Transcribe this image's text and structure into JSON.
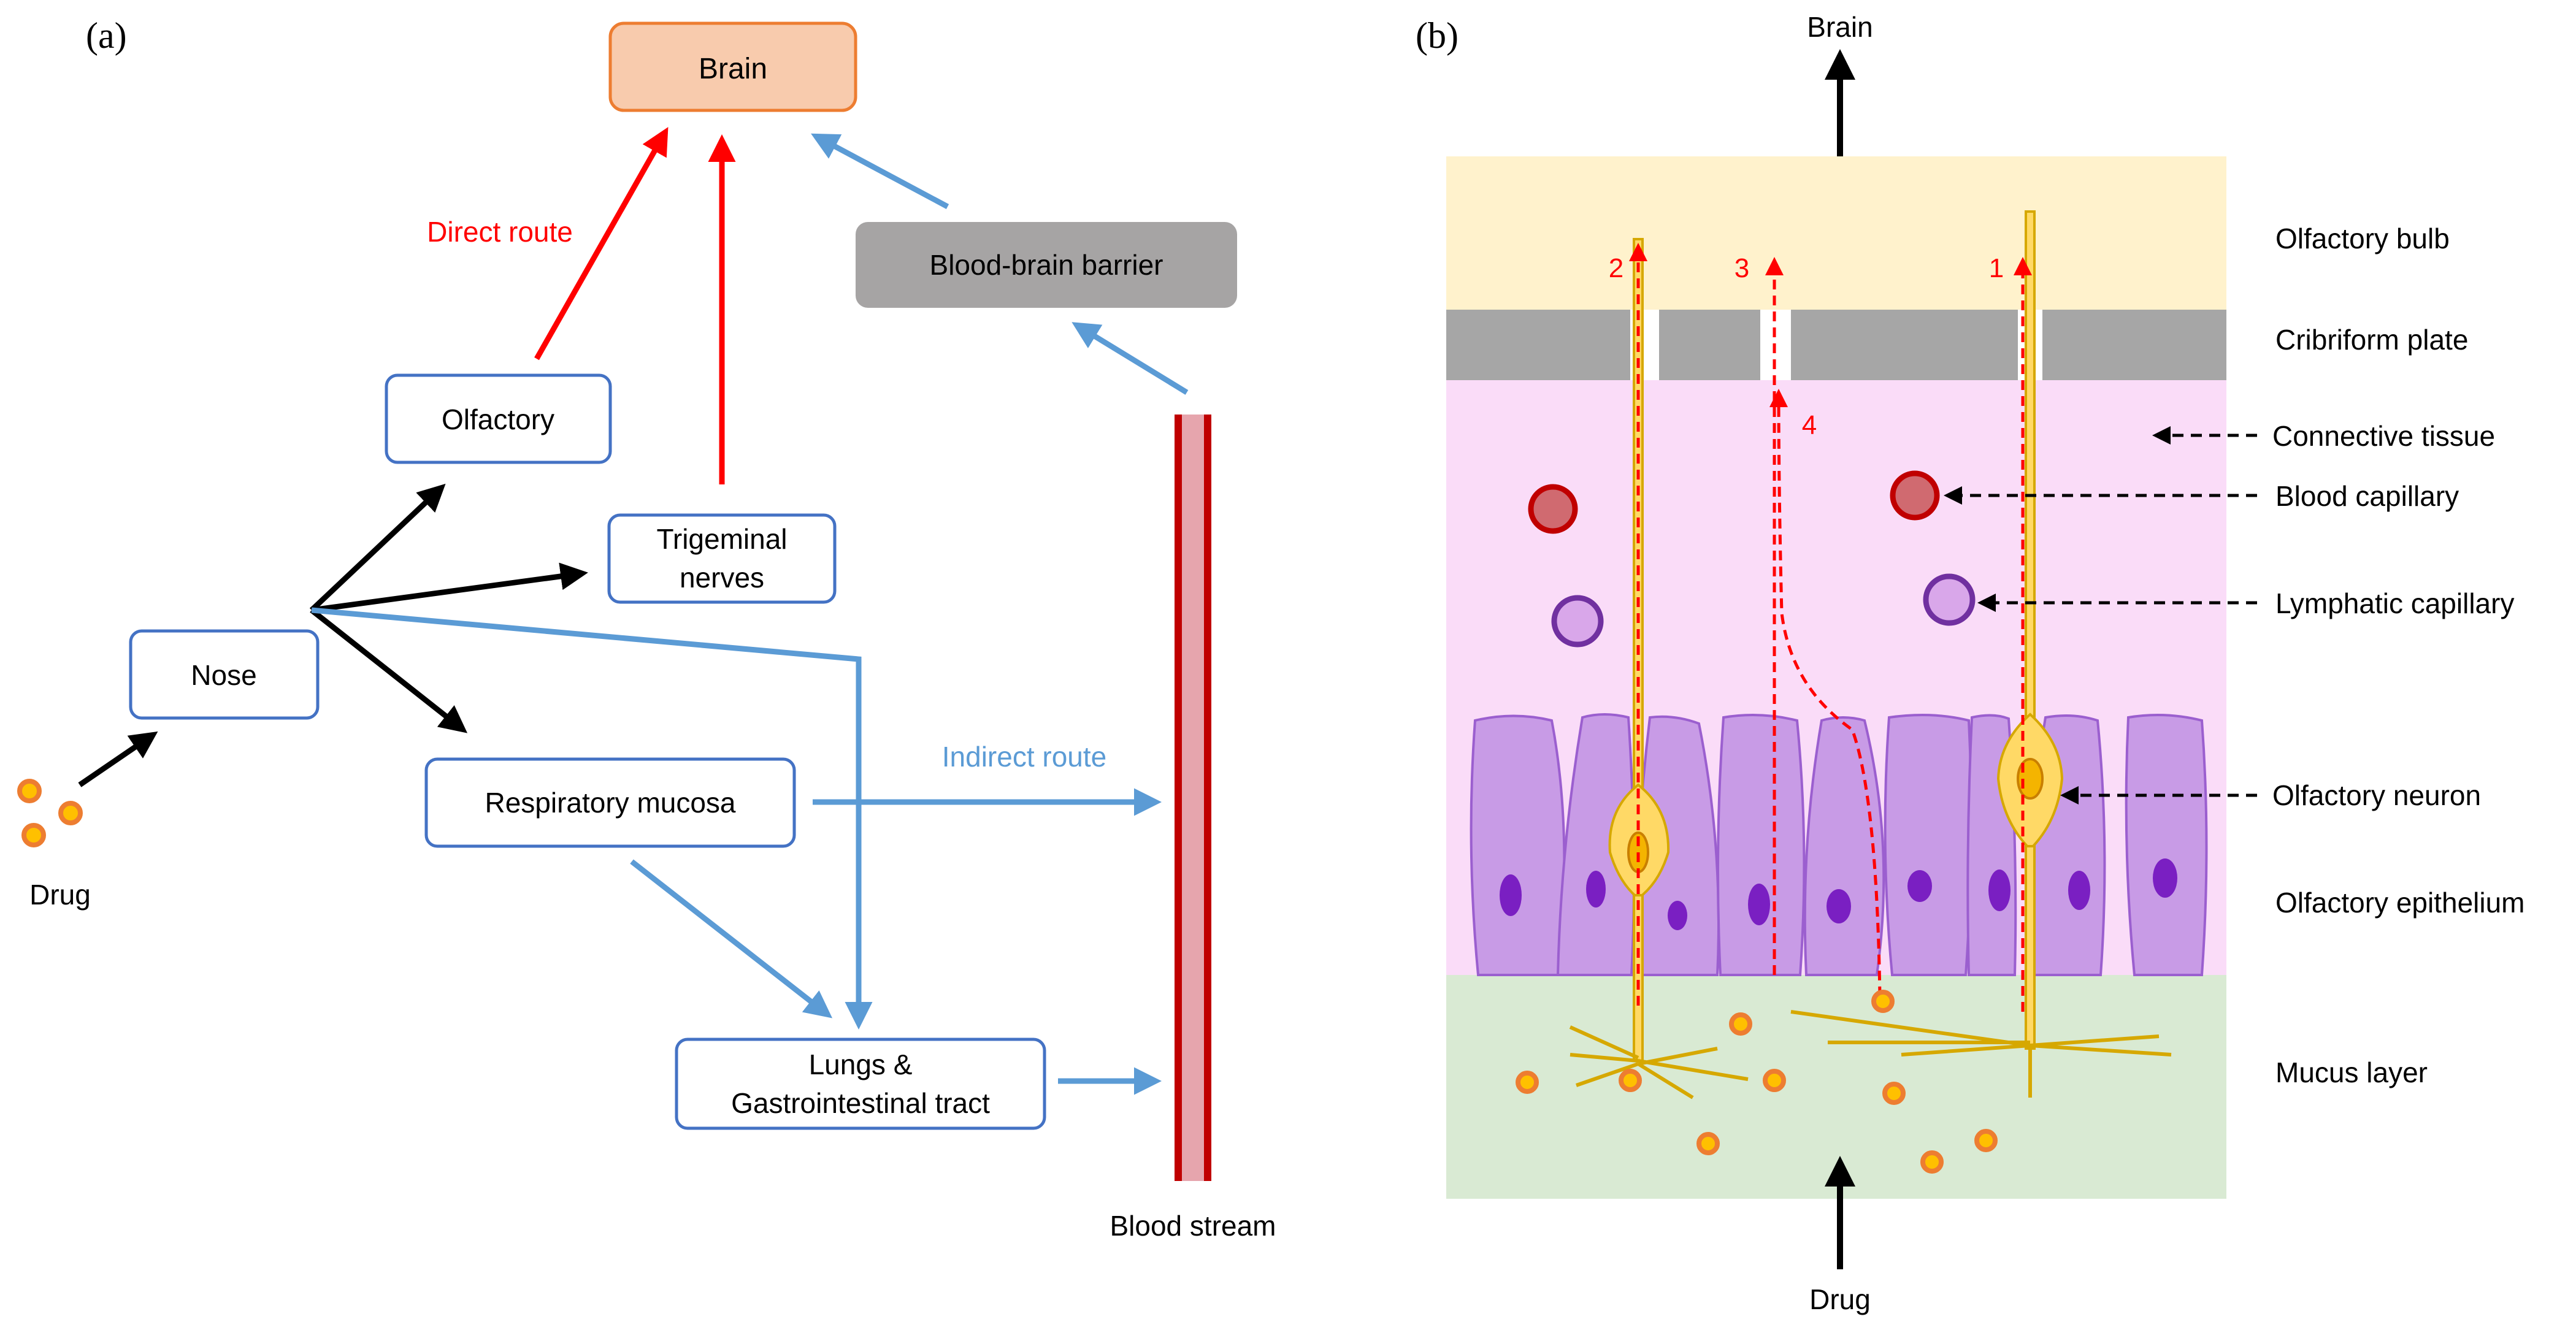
{
  "panel_a": {
    "label": "(a)",
    "nodes": {
      "brain": "Brain",
      "bbb": "Blood-brain barrier",
      "olfactory": "Olfactory",
      "trigeminal_line1": "Trigeminal",
      "trigeminal_line2": "nerves",
      "nose": "Nose",
      "respiratory": "Respiratory mucosa",
      "lungs_line1": "Lungs &",
      "lungs_line2": "Gastrointestinal tract"
    },
    "labels": {
      "direct_route": "Direct route",
      "indirect_route": "Indirect route",
      "drug": "Drug",
      "blood_stream": "Blood stream"
    },
    "colors": {
      "direct": "#ff0000",
      "indirect": "#5b9bd5",
      "brain_fill": "#f8cbad",
      "brain_stroke": "#ed7d31",
      "bbb_fill": "#a6a4a4",
      "node_stroke": "#4472c4",
      "vessel_outer": "#c00000",
      "vessel_inner": "#e6a5ad"
    }
  },
  "panel_b": {
    "label": "(b)",
    "top_label": "Brain",
    "bottom_label": "Drug",
    "pathway_numbers": [
      "1",
      "2",
      "3",
      "4"
    ],
    "layers": [
      "Olfactory bulb",
      "Cribriform plate",
      "Connective tissue",
      "Blood capillary",
      "Lymphatic capillary",
      "Olfactory neuron",
      "Olfactory epithelium",
      "Mucus layer"
    ],
    "colors": {
      "bulb": "#fff2cc",
      "plate": "#a6a6a6",
      "connective": "#fadcf8",
      "mucus": "#d9ead3",
      "epithelial_cell": "#c89be6",
      "nucleus": "#7a1fc2",
      "neuron": "#ffd966",
      "blood_cap": "#c00000",
      "lymph_cap": "#7030a0",
      "drug_particle": "#ed7d31"
    }
  }
}
